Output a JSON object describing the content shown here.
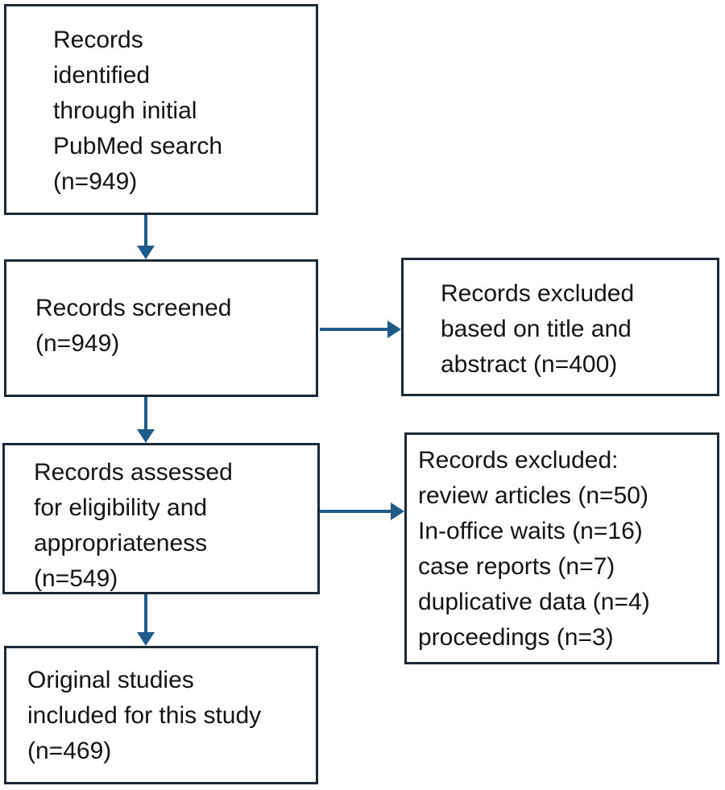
{
  "diagram": {
    "type": "flowchart",
    "subject": "PRISMA-style record screening flow",
    "colors": {
      "background": "#ffffff",
      "box_border": "#1b2a36",
      "arrow": "#1f5c8a",
      "text": "#121417"
    },
    "boxes": [
      {
        "id": "records-identified",
        "count": 949,
        "lines": [
          "Records",
          "identified",
          "through initial",
          "PubMed search",
          "(n=949)"
        ]
      },
      {
        "id": "records-screened",
        "count": 949,
        "lines": [
          "Records screened",
          "(n=949)"
        ]
      },
      {
        "id": "records-excluded-title-abstract",
        "count": 400,
        "lines": [
          "Records excluded",
          "based on title and",
          "abstract (n=400)"
        ]
      },
      {
        "id": "records-assessed",
        "count": 549,
        "lines": [
          "Records assessed",
          "for eligibility and",
          "appropriateness",
          "(n=549)"
        ]
      },
      {
        "id": "records-excluded-detailed",
        "counts": {
          "review_articles": 50,
          "in_office_waits": 16,
          "case_reports": 7,
          "duplicative_data": 4,
          "proceedings": 3
        },
        "lines": [
          "Records excluded:",
          "review articles (n=50)",
          "In-office waits (n=16)",
          "case reports (n=7)",
          "duplicative data (n=4)",
          "proceedings (n=3)"
        ]
      },
      {
        "id": "original-studies-included",
        "count": 469,
        "lines": [
          "Original studies",
          "included for this study",
          "(n=469)"
        ]
      }
    ],
    "arrows": [
      {
        "from": "records-identified",
        "to": "records-screened",
        "direction": "down"
      },
      {
        "from": "records-screened",
        "to": "records-excluded-title-abstract",
        "direction": "right"
      },
      {
        "from": "records-screened",
        "to": "records-assessed",
        "direction": "down"
      },
      {
        "from": "records-assessed",
        "to": "records-excluded-detailed",
        "direction": "right"
      },
      {
        "from": "records-assessed",
        "to": "original-studies-included",
        "direction": "down"
      }
    ]
  }
}
